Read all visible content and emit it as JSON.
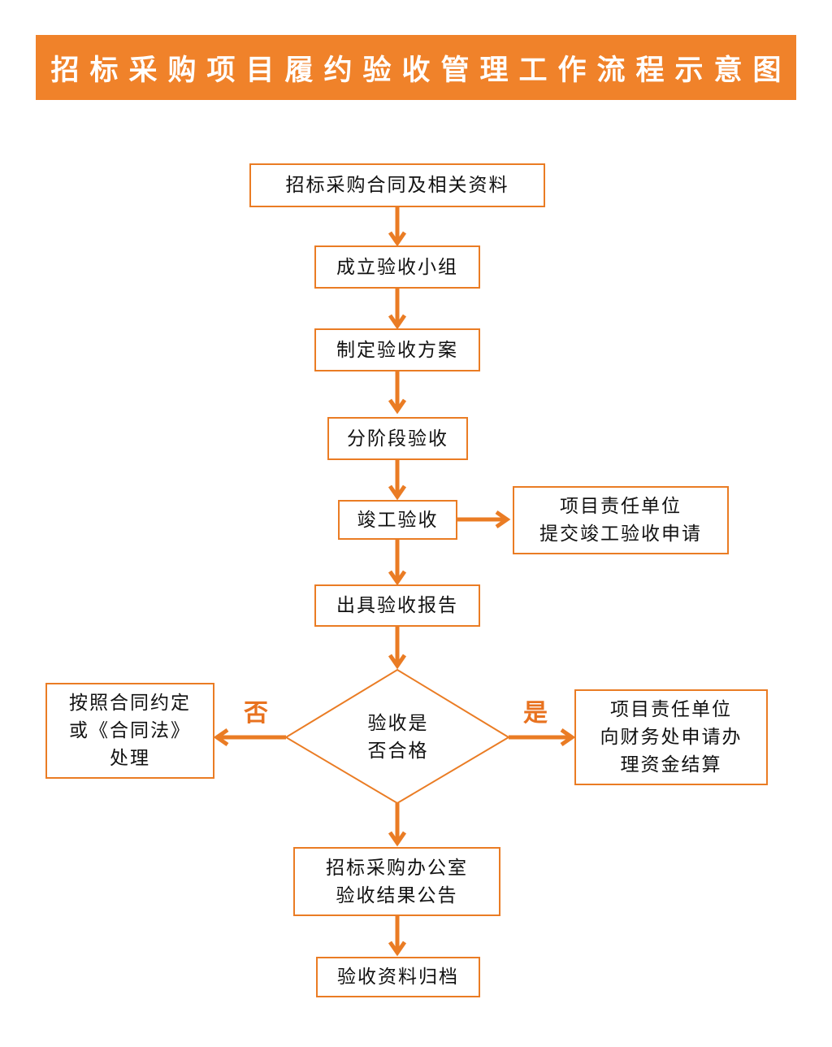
{
  "title": "招标采购项目履约验收管理工作流程示意图",
  "colors": {
    "accent": "#f0822a",
    "line": "#ea7c24",
    "text": "#111111"
  },
  "nodes": {
    "contract_docs": "招标采购合同及相关资料",
    "form_team": "成立验收小组",
    "make_plan": "制定验收方案",
    "phase_accept": "分阶段验收",
    "completion_accept": "竣工验收",
    "submit_line1": "项目责任单位",
    "submit_line2": "提交竣工验收申请",
    "issue_report": "出具验收报告",
    "decision_line1": "验收是",
    "decision_line2": "否合格",
    "no_label": "否",
    "yes_label": "是",
    "no_line1": "按照合同约定",
    "no_line2": "或《合同法》",
    "no_line3": "处理",
    "yes_line1": "项目责任单位",
    "yes_line2": "向财务处申请办",
    "yes_line3": "理资金结算",
    "announce_line1": "招标采购办公室",
    "announce_line2": "验收结果公告",
    "archive": "验收资料归档"
  }
}
